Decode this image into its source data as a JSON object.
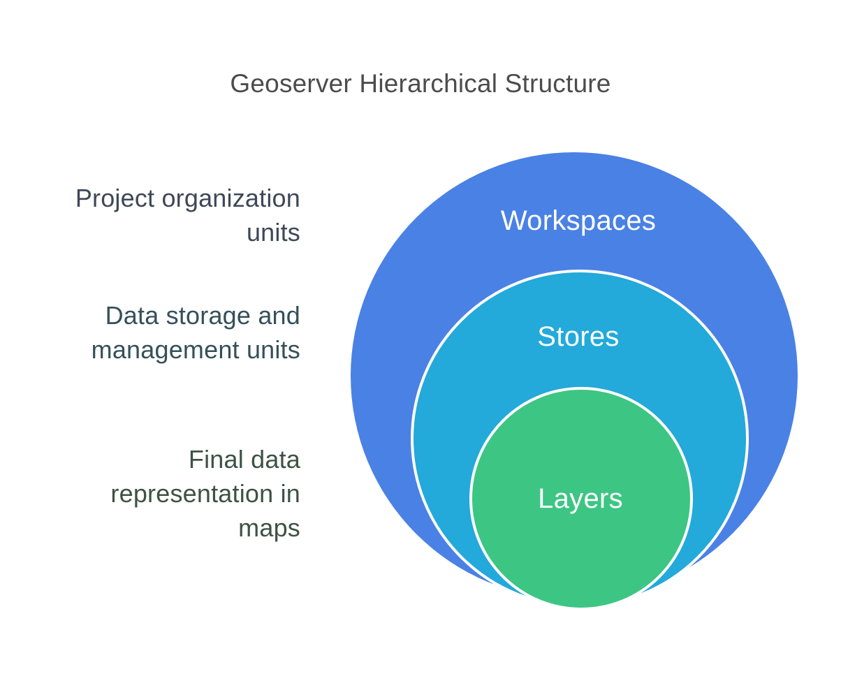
{
  "page": {
    "background_color": "#ffffff"
  },
  "title": {
    "text": "Geoserver Hierarchical Structure",
    "color": "#4c4c4c"
  },
  "diagram": {
    "type": "nested-circles",
    "levels": [
      {
        "name": "Workspaces",
        "description": "Project organization units",
        "description_lines": [
          "Project organization",
          "units"
        ],
        "circle_color": "#4a81e4",
        "label_color": "#ffffff",
        "description_color": "#3d4757"
      },
      {
        "name": "Stores",
        "description": "Data storage and management units",
        "description_lines": [
          "Data storage and",
          "management units"
        ],
        "circle_color": "#23a9da",
        "label_color": "#ffffff",
        "description_color": "#35505a"
      },
      {
        "name": "Layers",
        "description": "Final data representation in maps",
        "description_lines": [
          "Final data",
          "representation in",
          "maps"
        ],
        "circle_color": "#3dc584",
        "label_color": "#ffffff",
        "description_color": "#3d5147"
      }
    ]
  }
}
